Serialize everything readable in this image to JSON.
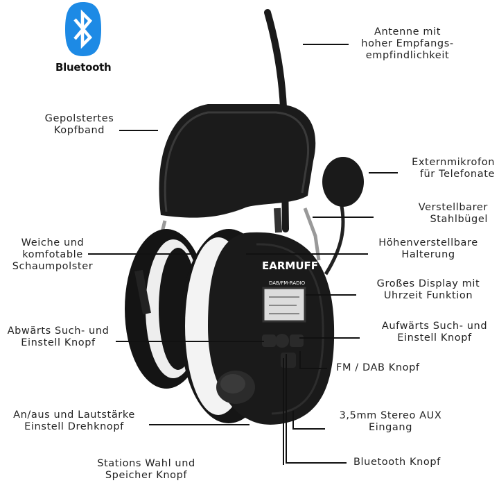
{
  "logo": {
    "name": "Bluetooth",
    "icon": "bluetooth-icon",
    "color": "#1d8ae5"
  },
  "product": {
    "brand": "EARMUFF",
    "display_label": "DAB/FM-RADIO"
  },
  "callouts": {
    "antenna": [
      "Antenne mit",
      "hoher Empfangs-",
      "empfindlichkeit"
    ],
    "headband": [
      "Gepolstertes",
      "Kopfband"
    ],
    "mic": [
      "Externmikrofon",
      "für Telefonate"
    ],
    "bracket": [
      "Verstellbarer",
      "Stahlbügel"
    ],
    "foam": [
      "Weiche und",
      "komfotable",
      "Schaumpolster"
    ],
    "height": [
      "Höhenverstellbare",
      "Halterung"
    ],
    "display": [
      "Großes Display mit",
      "Uhrzeit Funktion"
    ],
    "seek_down": [
      "Abwärts Such- und",
      "Einstell Knopf"
    ],
    "seek_up": [
      "Aufwärts Such- und",
      "Einstell Knopf"
    ],
    "fm_dab": [
      "FM / DAB Knopf"
    ],
    "power_volume": [
      "An/aus und Lautstärke",
      "Einstell Drehknopf"
    ],
    "aux": [
      "3,5mm Stereo AUX",
      "Eingang"
    ],
    "station": [
      "Stations Wahl und",
      "Speicher Knopf"
    ],
    "bluetooth_button": [
      "Bluetooth Knopf"
    ]
  }
}
